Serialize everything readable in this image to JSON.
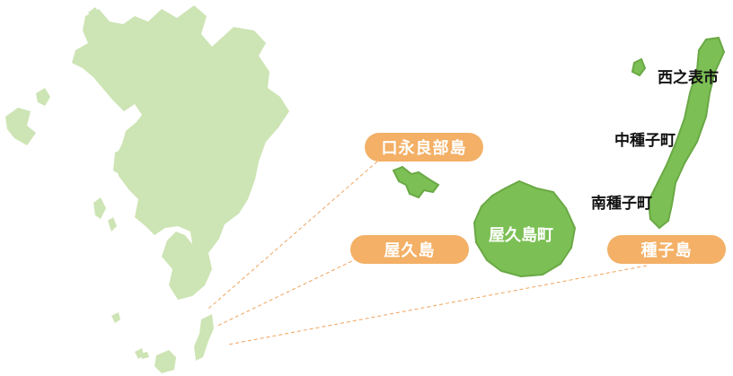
{
  "colors": {
    "kyushu_fill": "#cde4b4",
    "highlight_fill": "#7cc055",
    "highlight_stroke": "#6aa845",
    "pill_fill": "#f3b066",
    "leader_line": "#f0a35c"
  },
  "islands": [
    {
      "id": "kuchinoerabu",
      "pill_label": "口永良部島"
    },
    {
      "id": "yakushima",
      "pill_label": "屋久島"
    },
    {
      "id": "tanegashima",
      "pill_label": "種子島"
    }
  ],
  "towns": {
    "yakushima_town": "屋久島町",
    "nishinoomote": "西之表市",
    "nakatane": "中種子町",
    "minamitane": "南種子町"
  }
}
